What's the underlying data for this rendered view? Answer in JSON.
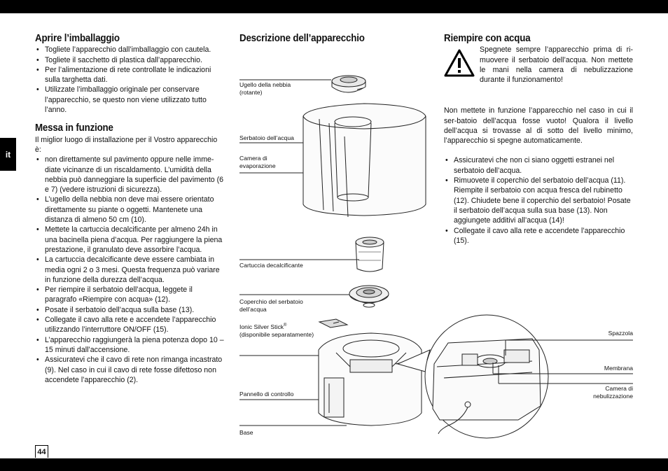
{
  "lang": "it",
  "page_number": "44",
  "col1": {
    "section1": {
      "title": "Aprire l’imballaggio",
      "bullets": [
        "Togliete l’apparecchio dall’imballaggio con cautela.",
        "Togliete il sacchetto di plastica dall’apparecchio.",
        "Per l’alimentazione di rete controllate le indicazioni sulla targhetta dati.",
        "Utilizzate l’imballaggio originale per conservare l’apparecchio, se questo non viene utilizzato tutto l’anno."
      ]
    },
    "section2": {
      "title": "Messa in funzione",
      "intro": "Il miglior luogo di installazione per il Vostro apparecchio è:",
      "bullets": [
        "non direttamente sul pavimento oppure nelle imme-diate vicinanze di un riscaldamento. L’umidità della nebbia può danneggiare la superficie del pavimento (6 e 7) (vedere istruzioni di sicurezza).",
        "L’ugello della nebbia non deve mai essere orientato direttamente su piante o oggetti. Mantenete una distanza di almeno 50 cm (10).",
        "Mettete la cartuccia decalcificante per almeno 24h in una bacinella piena d’acqua. Per raggiungere la piena prestazione, il granulato deve assorbire l’acqua.",
        "La cartuccia decalcificante deve essere cambiata in media ogni 2 o 3 mesi. Questa frequenza può variare in funzione della durezza dell’acqua.",
        "Per riempire il serbatoio dell’acqua, leggete il paragrafo «Riempire con acqua» (12).",
        "Posate il serbatoio dell’acqua sulla base (13).",
        "Collegate il cavo alla rete e accendete l’apparecchio utilizzando l’interruttore ON/OFF (15).",
        "L’apparecchio raggiungerà la piena potenza dopo 10 – 15 minuti dall’accensione.",
        "Assicuratevi che il cavo di rete non rimanga incastrato (9). Nel caso in cui il cavo di rete fosse difettoso non accendete l’apparecchio (2)."
      ]
    }
  },
  "col2": {
    "title": "Descrizione dell’apparecchio",
    "labels": {
      "nozzle": "Ugello della nebbia (rotante)",
      "tank": "Serbatoio dell’acqua",
      "evap": "Camera di evaporazione",
      "cartridge": "Cartuccia decalcificante",
      "cap": "Coperchio del serbatoio dell’acqua",
      "ionic": "Ionic Silver Stick",
      "ionic_sup": "®",
      "ionic_note": "(disponibile separatamente)",
      "panel": "Pannello di controllo",
      "base": "Base",
      "brush": "Spazzola",
      "membrane": "Membrana",
      "nebulization": "Camera di nebulizzazione"
    }
  },
  "col3": {
    "title": "Riempire con acqua",
    "warning": "Spegnete sempre l’apparecchio prima di ri-muovere il serbatoio dell’acqua. Non mettete le mani nella camera di nebulizzazione durante il funzionamento!",
    "paragraph": "Non mettete in funzione l’apparecchio nel caso in cui il ser-batoio dell’acqua fosse vuoto! Qualora il livello dell’acqua si trovasse al di sotto del livello minimo, l’apparecchio si spegne automaticamente.",
    "bullets": [
      "Assicuratevi che non ci siano oggetti estranei nel serbatoio dell’acqua.",
      "Rimuovete il coperchio del serbatoio dell’acqua (11). Riempite il serbatoio con acqua fresca del rubinetto (12). Chiudete bene il coperchio del serbatoio! Posate il serbatoio dell’acqua sulla sua base (13). Non aggiungete additivi all’acqua (14)!",
      "Collegate il cavo alla rete e accendete l’apparecchio (15)."
    ]
  }
}
